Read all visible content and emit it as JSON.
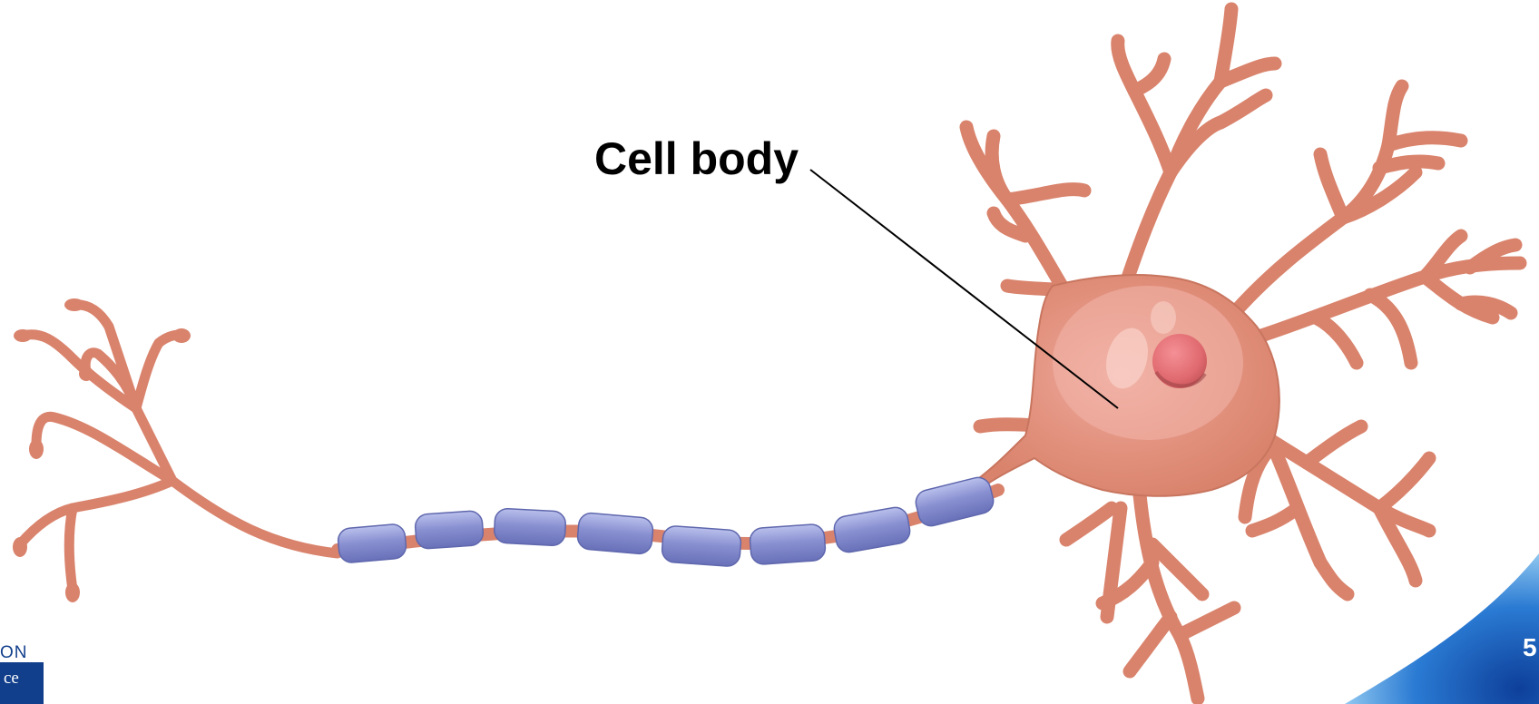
{
  "slide": {
    "label": "Cell body",
    "slide_number": "5",
    "logo_text_top": "ON",
    "logo_text_bottom": "ce"
  },
  "colors": {
    "neuron_body": "#d9836c",
    "neuron_outline": "#b76552",
    "nucleus": "#e06a6f",
    "myelin": "#7f87c9",
    "myelin_highlight": "#b9c0ec",
    "background": "#ffffff",
    "corner_swoosh": "#1b5fbd",
    "logo_blue": "#123f8c"
  },
  "icons": {
    "diagram": "neuron-illustration",
    "logo": "publisher-logo"
  }
}
